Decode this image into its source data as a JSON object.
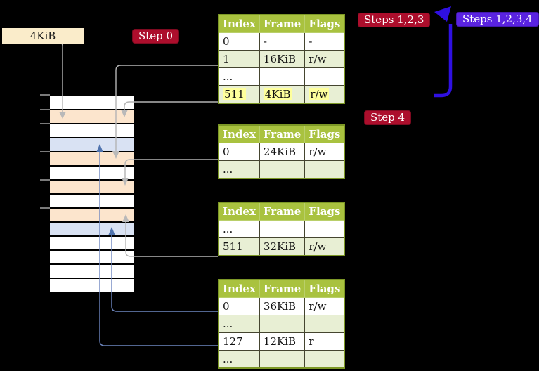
{
  "page_size_label": "4KiB",
  "badges": {
    "step0": "Step 0",
    "steps123": "Steps 1,2,3",
    "steps1234": "Steps 1,2,3,4",
    "step4": "Step 4"
  },
  "table_headers": [
    "Index",
    "Frame",
    "Flags"
  ],
  "tables": [
    {
      "rows": [
        [
          "0",
          "-",
          "-"
        ],
        [
          "1",
          "16KiB",
          "r/w"
        ],
        [
          "...",
          "",
          ""
        ],
        [
          "511",
          "4KiB",
          "r/w"
        ]
      ]
    },
    {
      "rows": [
        [
          "0",
          "24KiB",
          "r/w"
        ],
        [
          "...",
          "",
          ""
        ]
      ]
    },
    {
      "rows": [
        [
          "...",
          "",
          ""
        ],
        [
          "511",
          "32KiB",
          "r/w"
        ]
      ]
    },
    {
      "rows": [
        [
          "0",
          "36KiB",
          "r/w"
        ],
        [
          "...",
          "",
          ""
        ],
        [
          "127",
          "12KiB",
          "r"
        ],
        [
          "...",
          "",
          ""
        ]
      ]
    }
  ],
  "memory": {
    "rows": [
      "white",
      "orange",
      "white",
      "blue",
      "orange",
      "white",
      "orange",
      "white",
      "orange",
      "blue",
      "white",
      "white",
      "white",
      "white"
    ]
  },
  "colors": {
    "header_green": "#a9c23f",
    "row_green": "#e8efd4",
    "badge_red": "#ac0e2c",
    "badge_purple": "#5a23e0",
    "loop_arrow_blue": "#2f10e2",
    "gray_connector": "#b4b4b4",
    "blue_connector": "#6e87c0",
    "page_orange": "#fce5cd",
    "page_blue": "#d9e2f3",
    "page_white": "#ffffff",
    "highlight_yellow": "#feff9c",
    "page_size_box": "#faecca"
  }
}
